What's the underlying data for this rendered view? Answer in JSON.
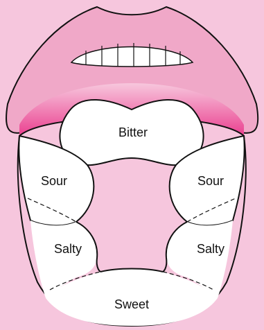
{
  "colors": {
    "background": "#f6c6dd",
    "lips": "#f0a8c8",
    "mouth_gradient_top": "#f7c7dd",
    "mouth_gradient_bottom": "#ea3f8f",
    "tongue": "#f6c6dd",
    "taste_regions": "#ffffff",
    "outline": "#111111"
  },
  "labels": {
    "bitter": "Bitter",
    "sour_left": "Sour",
    "sour_right": "Sour",
    "salty_left": "Salty",
    "salty_right": "Salty",
    "sweet": "Sweet"
  }
}
